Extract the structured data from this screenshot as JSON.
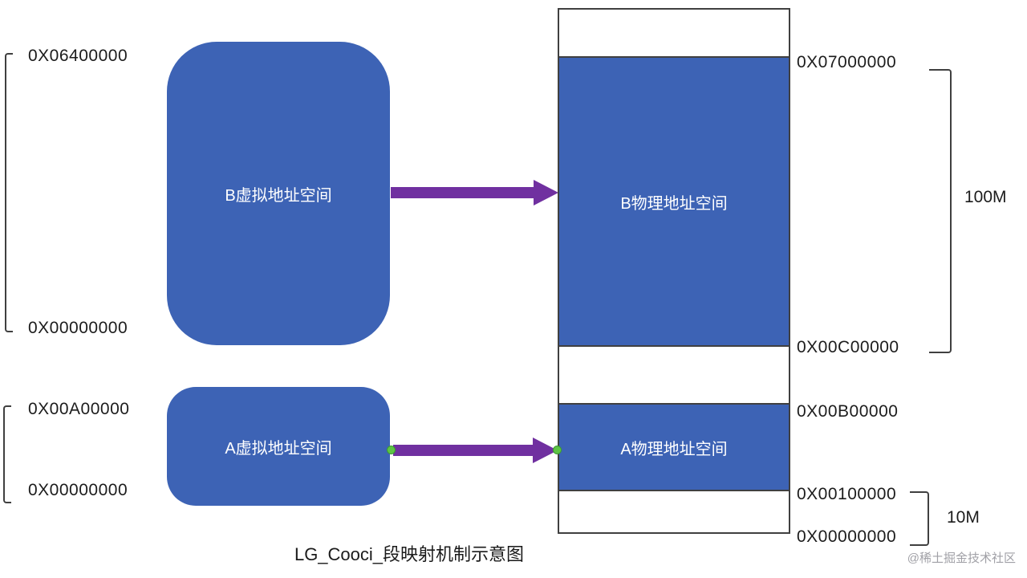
{
  "caption": "LG_Cooci_段映射机制示意图",
  "watermark": "@稀土掘金技术社区",
  "colors": {
    "box_fill": "#3D63B5",
    "arrow": "#7030A0",
    "connector_dot": "#5EC445",
    "outline": "#404040"
  },
  "virtual": {
    "b": {
      "label": "B虚拟地址空间",
      "addr_top": "0X06400000",
      "addr_bottom": "0X00000000"
    },
    "a": {
      "label": "A虚拟地址空间",
      "addr_top": "0X00A00000",
      "addr_bottom": "0X00000000"
    }
  },
  "physical": {
    "b": {
      "label": "B物理地址空间",
      "addr_top": "0X07000000",
      "addr_bottom": "0X00C00000",
      "size": "100M"
    },
    "a": {
      "label": "A物理地址空间",
      "addr_top": "0X00B00000",
      "addr_bottom": "0X00100000"
    },
    "addr_base": "0X00000000",
    "size_bottom": "10M"
  }
}
